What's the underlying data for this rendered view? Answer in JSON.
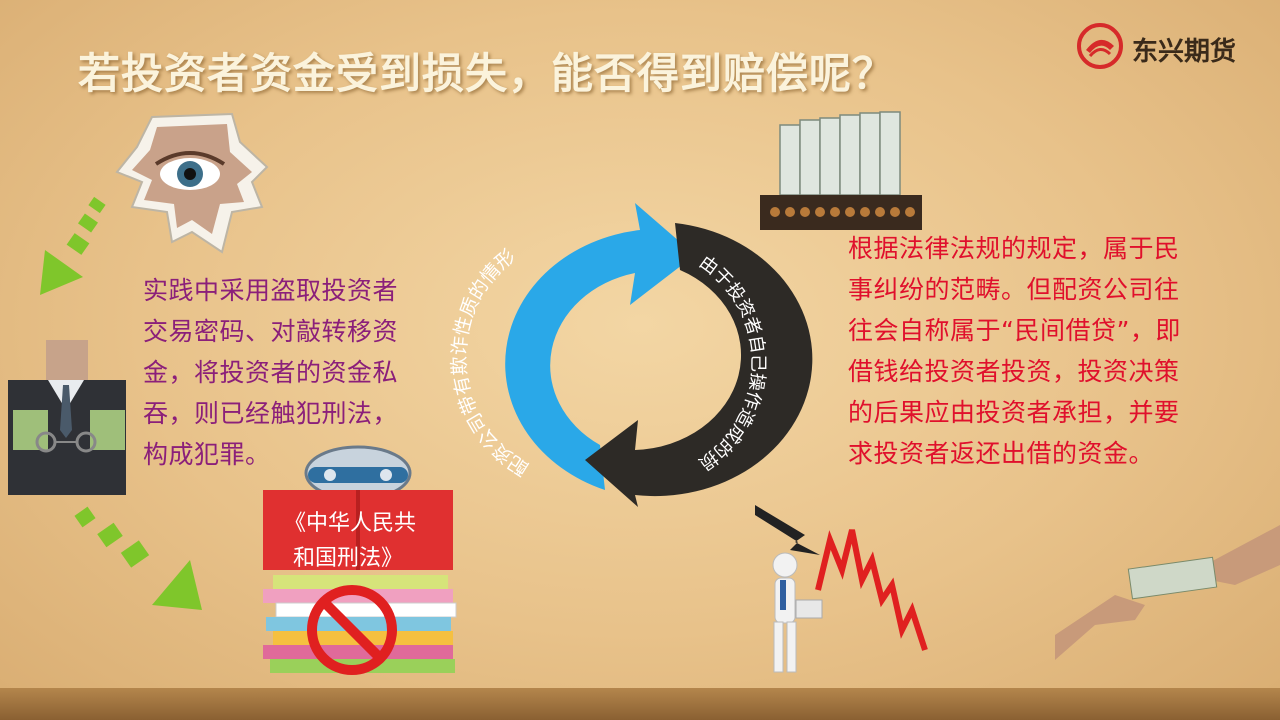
{
  "slide": {
    "title": "若投资者资金受到损失，能否得到赔偿呢？",
    "logo_text": "东兴期货",
    "left_text": "实践中采用盗取投资者交易密码、对敲转移资金，将投资者的资金私吞，则已经触犯刑法，构成犯罪。",
    "right_text": "根据法律法规的规定，属于民事纠纷的范畴。但配资公司往往会自称属于“民间借贷”，即借钱给投资者投资，投资决策的后果应由投资者承担，并要求投资者返还出借的资金。",
    "cycle": {
      "blue_arrow_text": "配资公司带有欺诈性质的情形",
      "dark_arrow_text": "由于投资者自己操作造成的损失"
    },
    "book": {
      "line1": "《中华人民共",
      "line2": "和国刑法》"
    }
  },
  "colors": {
    "title": "#fbf3dc",
    "left_text": "#8b1f7a",
    "right_text": "#e0102c",
    "blue_arrow": "#2aa8e8",
    "dark_arrow": "#2d2a26",
    "green_arrow": "#7fc62b",
    "logo_red": "#d62a2a",
    "book_red": "#e03030"
  },
  "icons": [
    "eye-peek-icon",
    "businessman-handcuffed-icon",
    "law-book-stack-icon",
    "prohibition-icon",
    "money-abacus-icon",
    "falling-chart-icon",
    "money-handover-icon",
    "green-arrow-icon"
  ]
}
